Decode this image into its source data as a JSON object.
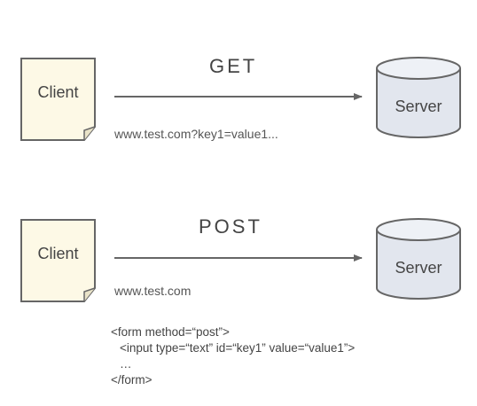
{
  "get_section": {
    "client_label": "Client",
    "method_label": "GET",
    "server_label": "Server",
    "url_text": "www.test.com?key1=value1..."
  },
  "post_section": {
    "client_label": "Client",
    "method_label": "POST",
    "server_label": "Server",
    "url_text": "www.test.com",
    "form_lines": [
      "<form  method=“post”>",
      "  <input  type=“text”  id=“key1”  value=“value1”>",
      "  …",
      "</form>"
    ]
  },
  "colors": {
    "document_fill": "#fdf9e6",
    "cylinder_fill": "#e2e6ee",
    "stroke": "#666666",
    "arrow": "#666666"
  }
}
